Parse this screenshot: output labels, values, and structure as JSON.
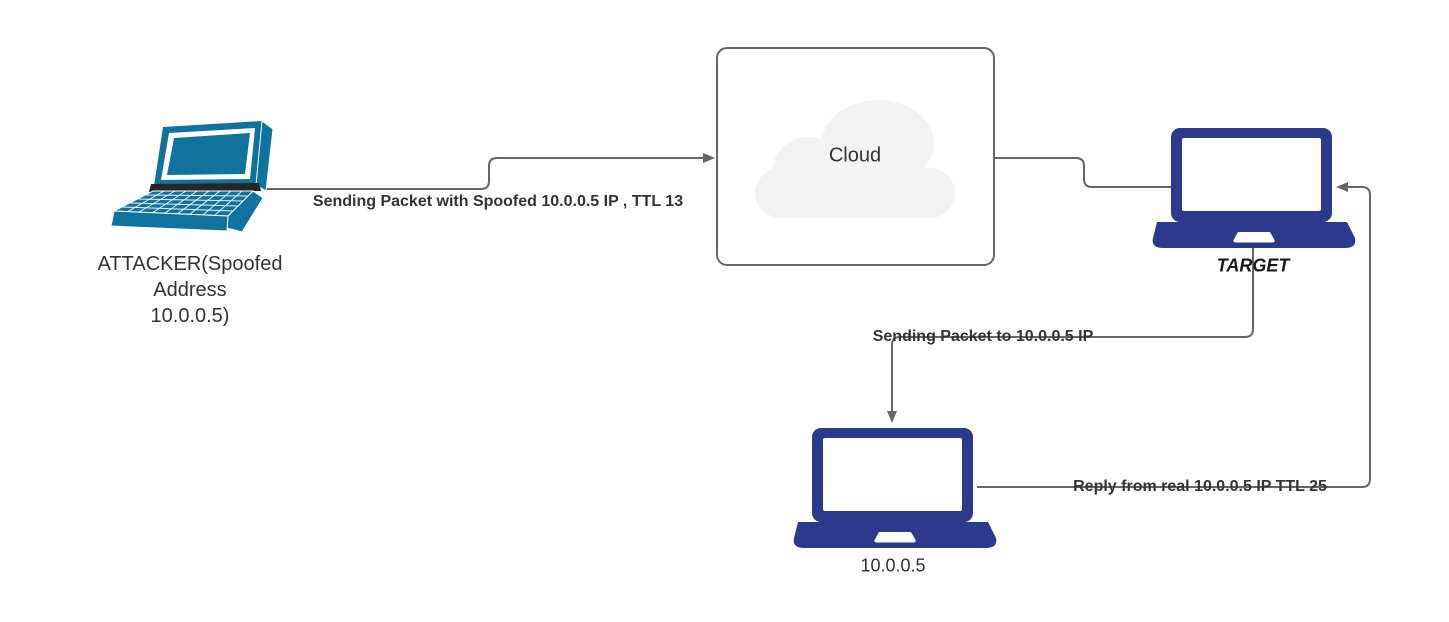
{
  "diagram": {
    "nodes": {
      "attacker": {
        "label_lines": [
          "ATTACKER(Spoofed",
          "Address",
          "10.0.0.5)"
        ]
      },
      "cloud": {
        "label": "Cloud"
      },
      "target": {
        "label": "TARGET"
      },
      "real_host": {
        "label": "10.0.0.5"
      }
    },
    "edges": {
      "attacker_to_cloud": {
        "label": "Sending Packet with Spoofed 10.0.0.5 IP , TTL 13"
      },
      "target_to_real_host": {
        "label": "Sending Packet to 10.0.0.5 IP"
      },
      "real_host_to_target": {
        "label": "Reply from real 10.0.0.5 IP TTL 25"
      }
    }
  },
  "colors": {
    "connector": "#666666",
    "attacker_laptop": "#10739E",
    "host_laptop": "#2b3a8c",
    "cloud_fill": "#f3f3f3",
    "label_text": "#333333",
    "canvas_bg": "#ffffff"
  }
}
